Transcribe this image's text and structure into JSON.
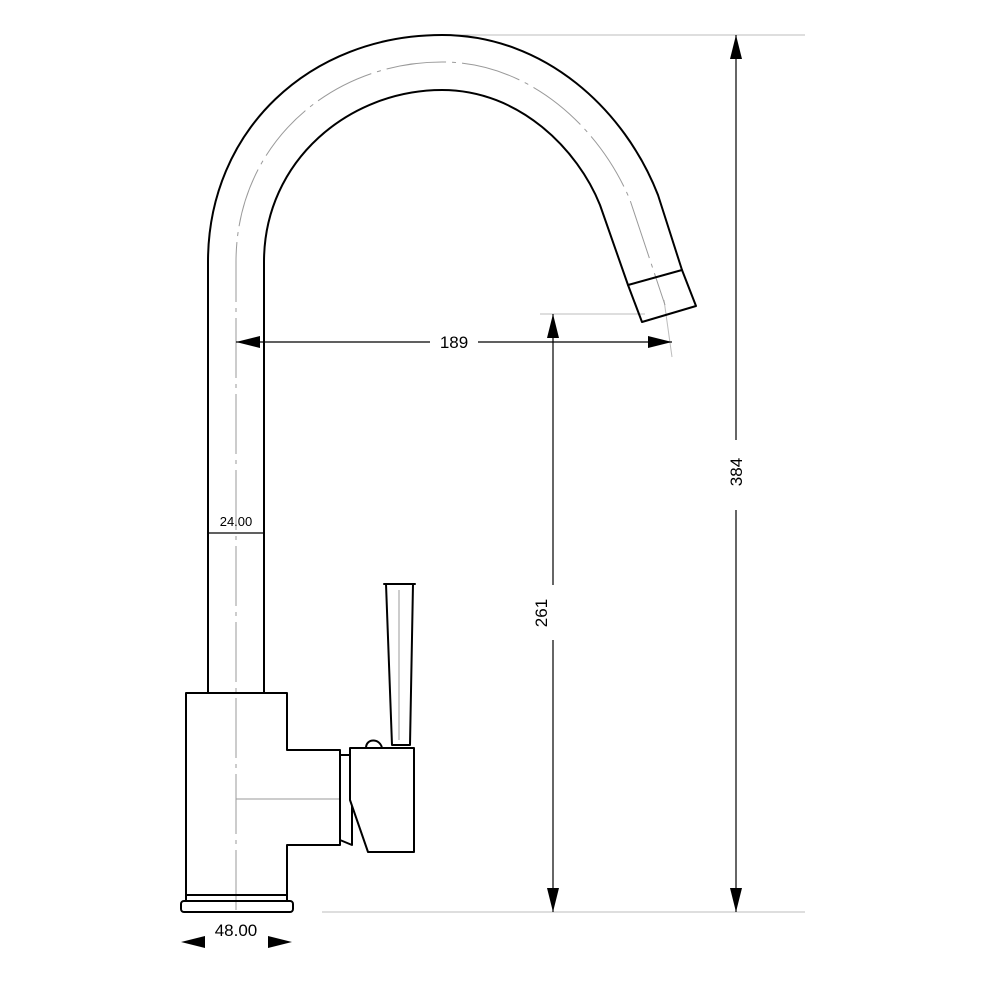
{
  "dimensions": {
    "spout_reach": "189",
    "spout_height": "261",
    "total_height": "384",
    "base_width": "48.00",
    "pipe_diameter": "24.00"
  }
}
